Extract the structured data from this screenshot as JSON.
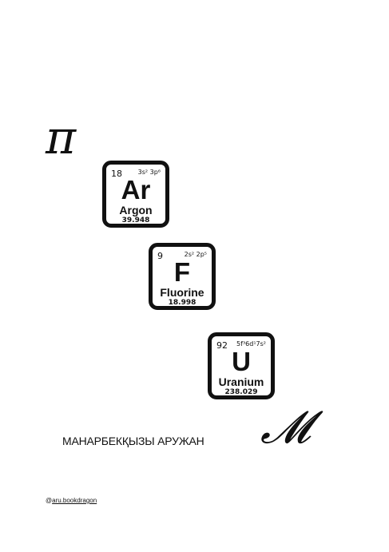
{
  "decor": {
    "pi_glyph": "π",
    "m_glyph": "𝓜"
  },
  "tiles": [
    {
      "number": "18",
      "config": "3s² 3p⁶",
      "symbol": "Ar",
      "name": "Argon",
      "mass": "39.948"
    },
    {
      "number": "9",
      "config": "2s² 2p⁵",
      "symbol": "F",
      "name": "Fluorine",
      "mass": "18.998"
    },
    {
      "number": "92",
      "config": "5f³6d¹7s²",
      "symbol": "U",
      "name": "Uranium",
      "mass": "238.029"
    }
  ],
  "author": "МАНАРБЕКҚЫЗЫ АРУЖАН",
  "credit": {
    "at": "@",
    "handle": "aru.bookdragon"
  }
}
